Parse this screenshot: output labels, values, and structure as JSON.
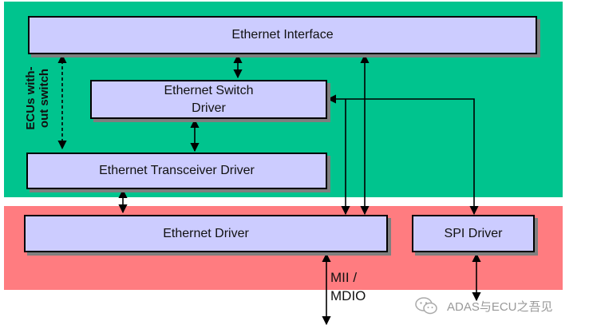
{
  "layers": {
    "top_color": "#00c48e",
    "bottom_color": "#ff7c80"
  },
  "boxes": {
    "ethernet_interface": "Ethernet Interface",
    "ethernet_switch_driver_line1": "Ethernet Switch",
    "ethernet_switch_driver_line2": "Driver",
    "ethernet_transceiver_driver": "Ethernet Transceiver Driver",
    "ethernet_driver": "Ethernet Driver",
    "spi_driver": "SPI Driver"
  },
  "side_label": {
    "line1": "ECUs with-",
    "line2": "out switch"
  },
  "mii_label": {
    "line1": "MII /",
    "line2": "MDIO"
  },
  "watermark": {
    "icon": "wechat-icon",
    "text": "ADAS与ECU之吾见"
  },
  "colors": {
    "box_fill": "#ccccff",
    "box_border": "#000000"
  }
}
